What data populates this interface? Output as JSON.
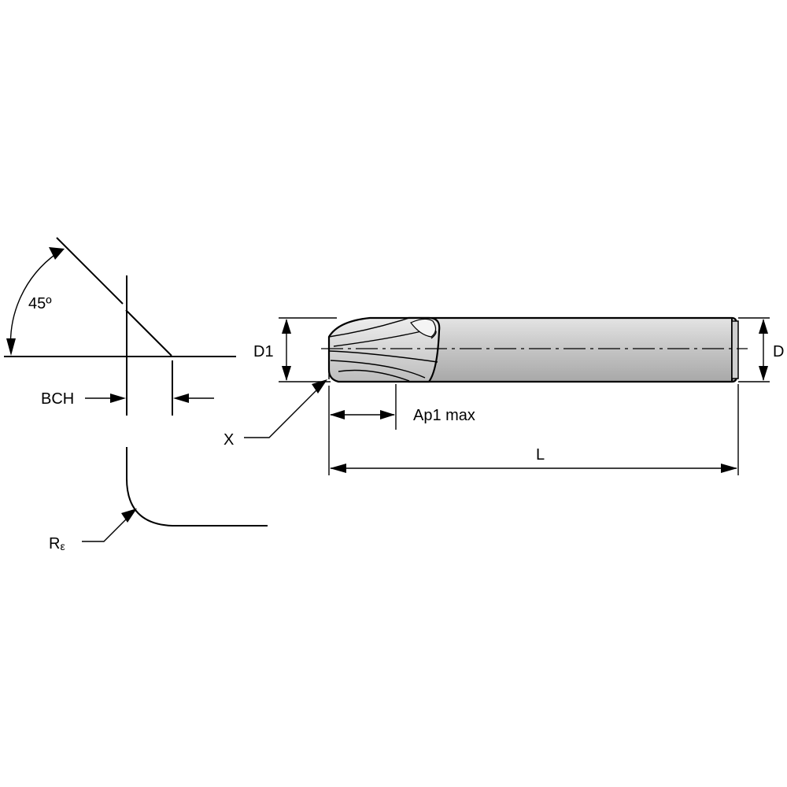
{
  "labels": {
    "angle": "45º",
    "bch": "BCH",
    "radius_main": "R",
    "radius_sub": "ε",
    "d1": "D1",
    "d": "D",
    "x": "X",
    "ap1": "Ap1 max",
    "length": "L"
  },
  "colors": {
    "tool_body": "#c6c6c6",
    "flute_highlight": "#e2e2e2",
    "line": "#000000"
  }
}
